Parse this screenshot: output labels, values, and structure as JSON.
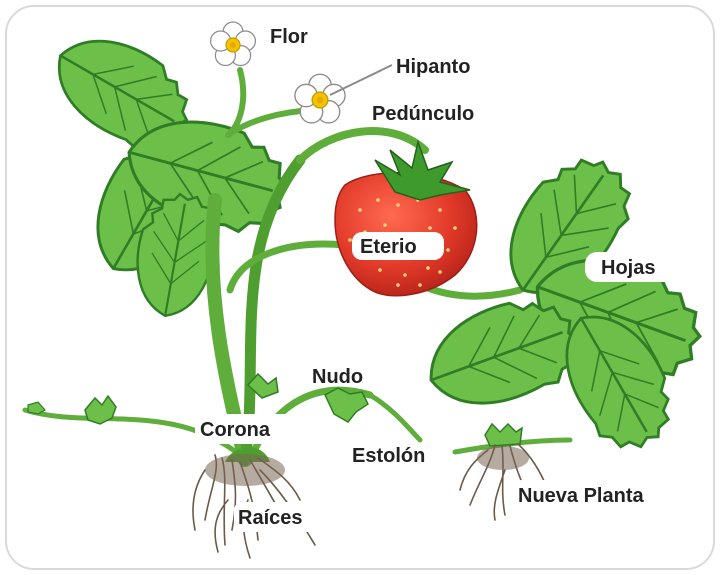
{
  "labels": {
    "flor": "Flor",
    "hipanto": "Hipanto",
    "pedunculo": "Pedúnculo",
    "eterio": "Eterio",
    "hojas": "Hojas",
    "nudo": "Nudo",
    "corona": "Corona",
    "estolon": "Estolón",
    "raices": "Raíces",
    "nueva_planta": "Nueva Planta"
  },
  "colors": {
    "leaf": "#6cc04a",
    "leaf_dark": "#2f7d24",
    "stem": "#5fae3c",
    "fruit": "#e23a2a",
    "root": "#6b5a47",
    "frame": "#d9d9d9",
    "label_text": "#222222"
  }
}
